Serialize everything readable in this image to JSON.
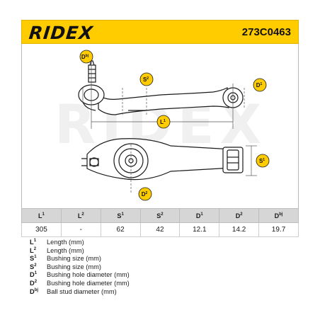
{
  "header": {
    "brand": "RIDEX",
    "part_number": "273C0463"
  },
  "drawing": {
    "watermark": "RIDEX",
    "labels": {
      "dbj": "D",
      "dbj_sup": "bj",
      "s2": "S",
      "s2_sup": "2",
      "d1": "D",
      "d1_sup": "1",
      "l1": "L",
      "l1_sup": "1",
      "s1": "S",
      "s1_sup": "1",
      "d2": "D",
      "d2_sup": "2"
    }
  },
  "specs": {
    "headers": [
      {
        "base": "L",
        "sup": "1"
      },
      {
        "base": "L",
        "sup": "2"
      },
      {
        "base": "S",
        "sup": "1"
      },
      {
        "base": "S",
        "sup": "2"
      },
      {
        "base": "D",
        "sup": "1"
      },
      {
        "base": "D",
        "sup": "2"
      },
      {
        "base": "D",
        "sup": "bj"
      }
    ],
    "values": [
      "305",
      "-",
      "62",
      "42",
      "12.1",
      "14.2",
      "19.7"
    ]
  },
  "legend": [
    {
      "base": "L",
      "sup": "1",
      "desc": "Length (mm)"
    },
    {
      "base": "L",
      "sup": "2",
      "desc": "Length (mm)"
    },
    {
      "base": "S",
      "sup": "1",
      "desc": "Bushing size (mm)"
    },
    {
      "base": "S",
      "sup": "2",
      "desc": "Bushing size (mm)"
    },
    {
      "base": "D",
      "sup": "1",
      "desc": "Bushing hole diameter (mm)"
    },
    {
      "base": "D",
      "sup": "2",
      "desc": "Bushing hole diameter (mm)"
    },
    {
      "base": "D",
      "sup": "bj",
      "desc": "Ball stud diameter (mm)"
    }
  ]
}
